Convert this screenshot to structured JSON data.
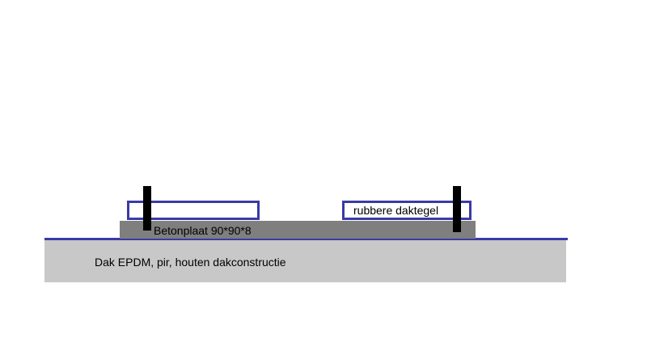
{
  "colors": {
    "roof_fill": "#c8c8c8",
    "membrane": "#3a3aa8",
    "slab_fill": "#7f7f7f",
    "tile_border": "#3a3aa8",
    "post": "#000000"
  },
  "labels": {
    "roof": "Dak EPDM, pir, houten dakconstructie",
    "slab": "Betonplaat 90*90*8",
    "tile": "rubbere daktegel"
  }
}
